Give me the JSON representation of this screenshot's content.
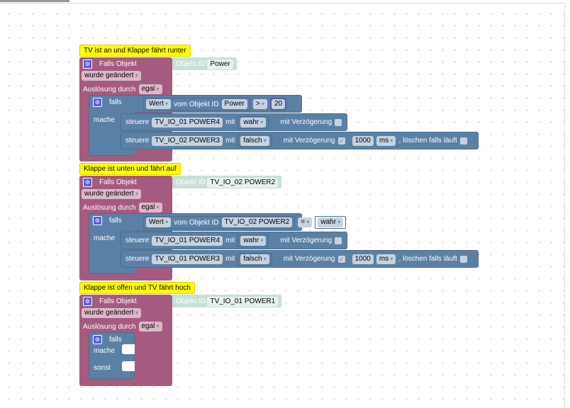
{
  "scripts": [
    {
      "comment": "TV ist an und Klappe fährt runter",
      "event": "Falls Objekt",
      "object_label": "Objekt ID",
      "object_id": "Power",
      "trigger": "wurde geändert",
      "trigger_by_label": "Auslösung durch",
      "trigger_by": "egal",
      "if_label": "falls",
      "do_label": "mache",
      "condition": {
        "mode": "Wert",
        "of_label": "vom Objekt ID",
        "object": "Power",
        "op": ">",
        "value": "20"
      },
      "actions": [
        {
          "label": "steuere",
          "object": "TV_IO_01 POWER4",
          "with": "mit",
          "value": "wahr",
          "delay_label": "mit Verzögerung"
        },
        {
          "label": "steuere",
          "object": "TV_IO_02 POWER3",
          "with": "mit",
          "value": "falsch",
          "delay_label": "mit Verzögerung",
          "delay_checked": "✓",
          "delay": "1000",
          "unit": "ms",
          "clear_label": ", löschen falls läuft"
        }
      ]
    },
    {
      "comment": "Klappe ist unten und fährt auf",
      "event": "Falls Objekt",
      "object_label": "Objekt ID",
      "object_id": "TV_IO_02 POWER2",
      "trigger": "wurde geändert",
      "trigger_by_label": "Auslösung durch",
      "trigger_by": "egal",
      "if_label": "falls",
      "do_label": "mache",
      "condition": {
        "mode": "Wert",
        "of_label": "vom Objekt ID",
        "object": "TV_IO_02 POWER2",
        "op": "=",
        "value": "wahr"
      },
      "actions": [
        {
          "label": "steuere",
          "object": "TV_IO_01 POWER4",
          "with": "mit",
          "value": "wahr",
          "delay_label": "mit Verzögerung"
        },
        {
          "label": "steuere",
          "object": "TV_IO_01 POWER3",
          "with": "mit",
          "value": "falsch",
          "delay_label": "mit Verzögerung",
          "delay_checked": "✓",
          "delay": "1000",
          "unit": "ms",
          "clear_label": ", löschen falls läuft"
        }
      ]
    },
    {
      "comment": "Klappe ist offen und TV fährt hoch",
      "event": "Falls Objekt",
      "object_label": "Objekt ID",
      "object_id": "TV_IO_01 POWER1",
      "trigger": "wurde geändert",
      "trigger_by_label": "Auslösung durch",
      "trigger_by": "egal",
      "if_label": "falls",
      "do_label": "mache",
      "else_label": "sonst"
    }
  ]
}
